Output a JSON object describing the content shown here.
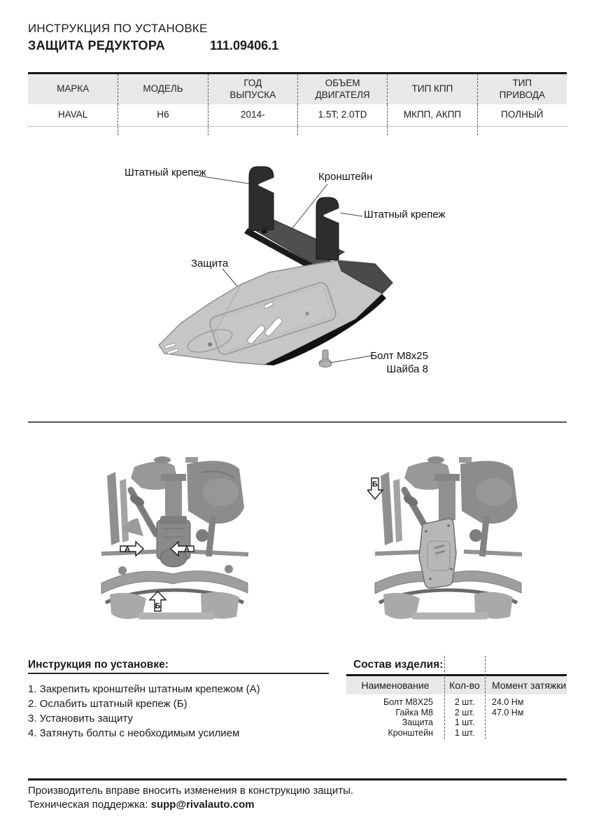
{
  "header": {
    "doc_type": "ИНСТРУКЦИЯ ПО УСТАНОВКЕ",
    "product": "ЗАЩИТА РЕДУКТОРА",
    "part_number": "111.09406.1"
  },
  "spec_table": {
    "headers": [
      "МАРКА",
      "МОДЕЛЬ",
      "ГОД\nВЫПУСКА",
      "ОБЪЕМ\nДВИГАТЕЛЯ",
      "ТИП КПП",
      "ТИП\nПРИВОДА"
    ],
    "row": [
      "HAVAL",
      "H6",
      "2014-",
      "1.5T; 2.0TD",
      "МКПП, АКПП",
      "ПОЛНЫЙ"
    ]
  },
  "diagram": {
    "labels": {
      "oem_fastener_left": "Штатный крепеж",
      "bracket": "Кронштейн",
      "oem_fastener_right": "Штатный крепеж",
      "guard": "Защита",
      "bolt": "Болт M8x25",
      "washer": "Шайба 8"
    },
    "markers": {
      "a": "А",
      "b": "Б"
    }
  },
  "instructions": {
    "title": "Инструкция по установке:",
    "steps": [
      "1. Закрепить кронштейн штатным крепежом (А)",
      "2. Ослабить штатный крепеж (Б)",
      "3. Установить защиту",
      "4. Затянуть болты с необходимым усилием"
    ]
  },
  "components": {
    "title": "Состав изделия:",
    "headers": [
      "Наименование",
      "Кол-во",
      "Момент затяжки"
    ],
    "rows": [
      {
        "name": "Болт М8X25",
        "qty": "2 шт.",
        "torque": "24.0 Нм"
      },
      {
        "name": "Гайка М8",
        "qty": "2 шт.",
        "torque": "47.0 Нм"
      },
      {
        "name": "Защита",
        "qty": "1 шт.",
        "torque": ""
      },
      {
        "name": "Кронштейн",
        "qty": "1 шт.",
        "torque": ""
      }
    ]
  },
  "footer": {
    "notice": "Производитель вправе вносить изменения в конструкцию защиты.",
    "support_label": "Техническая поддержка: ",
    "support_email": "supp@rivalauto.com"
  },
  "colors": {
    "accent_dark": "#151515",
    "table_header_bg": "#e8e8e8"
  }
}
